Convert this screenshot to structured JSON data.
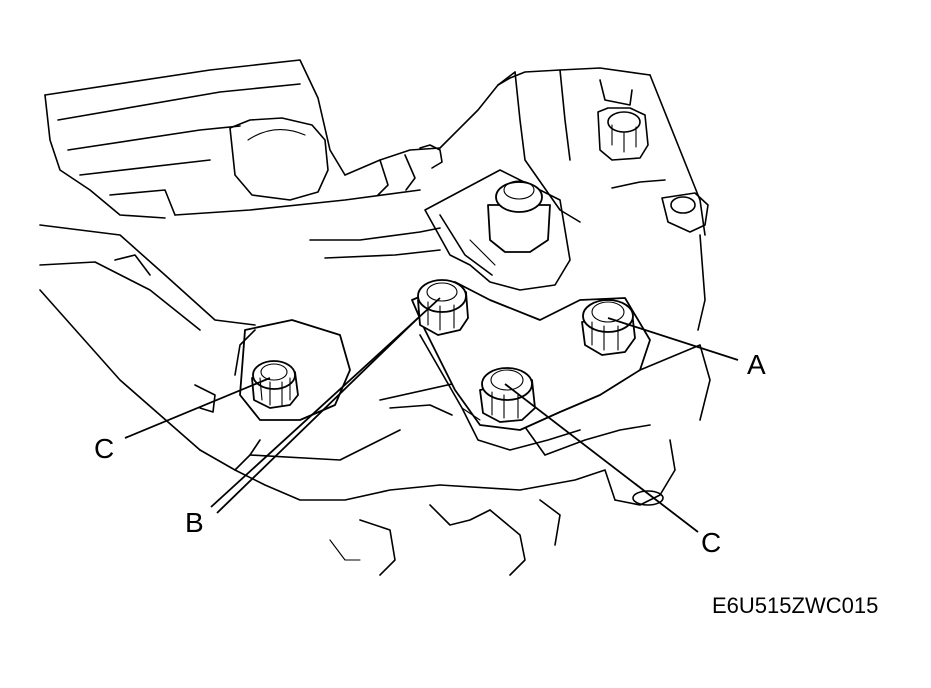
{
  "diagram": {
    "callouts": {
      "a": "A",
      "b": "B",
      "c_left": "C",
      "c_right": "C"
    },
    "figure_code": "E6U515ZWC015"
  }
}
